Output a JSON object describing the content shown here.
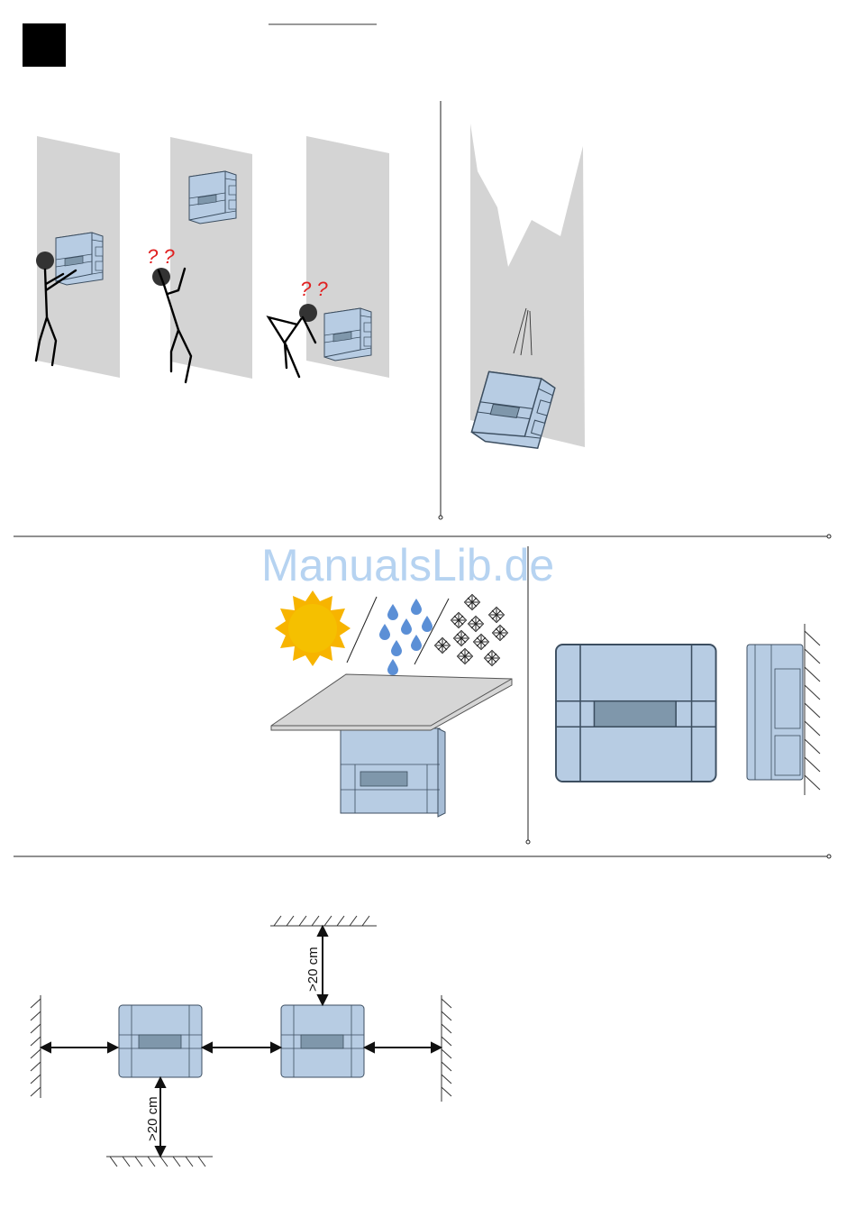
{
  "page": {
    "watermark": "ManualsLib.de",
    "question_marks": "? ?",
    "clearance_top": ">20 cm",
    "clearance_bottom": ">20 cm"
  },
  "colors": {
    "device_fill": "#b7cce3",
    "device_display": "#7f97ab",
    "wall_grey": "#d4d4d4",
    "sun": "#f7b400",
    "rain": "#5b8fd6",
    "question": "#e02020"
  },
  "icons": [
    "black-square-marker",
    "stick-figure-icon",
    "sun-icon",
    "raindrop-icon",
    "snowflake-icon",
    "wall-hatch-icon",
    "double-arrow-icon"
  ]
}
